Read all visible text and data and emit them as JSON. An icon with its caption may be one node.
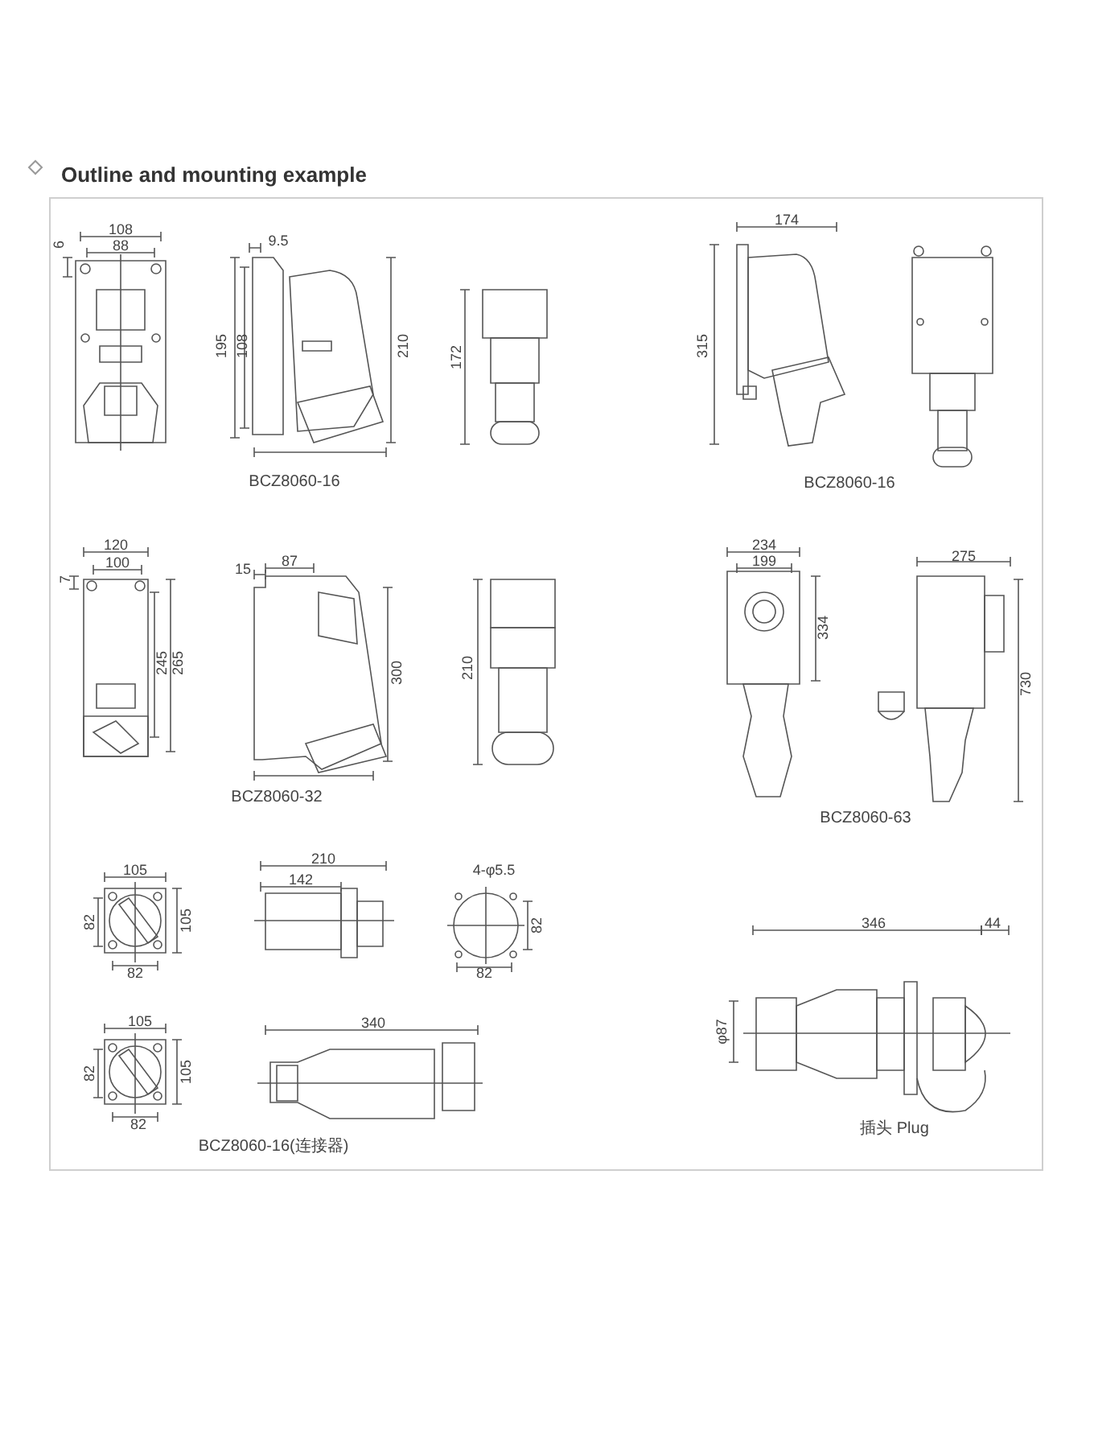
{
  "diagram": {
    "title": "Outline and mounting example",
    "labels": [
      "108",
      "88",
      "6",
      "9.5",
      "195",
      "108",
      "210",
      "172",
      "BCZ8060-16",
      "174",
      "315",
      "BCZ8060-16",
      "120",
      "100",
      "7",
      "245",
      "265",
      "15",
      "87",
      "300",
      "210",
      "BCZ8060-32",
      "234",
      "199",
      "334",
      "275",
      "730",
      "BCZ8060-63",
      "105",
      "82",
      "105",
      "82",
      "210",
      "142",
      "4-φ5.5",
      "82",
      "82",
      "105",
      "82",
      "105",
      "82",
      "340",
      "BCZ8060-16(连接器)",
      "346",
      "44",
      "φ87",
      "插头 Plug"
    ]
  }
}
